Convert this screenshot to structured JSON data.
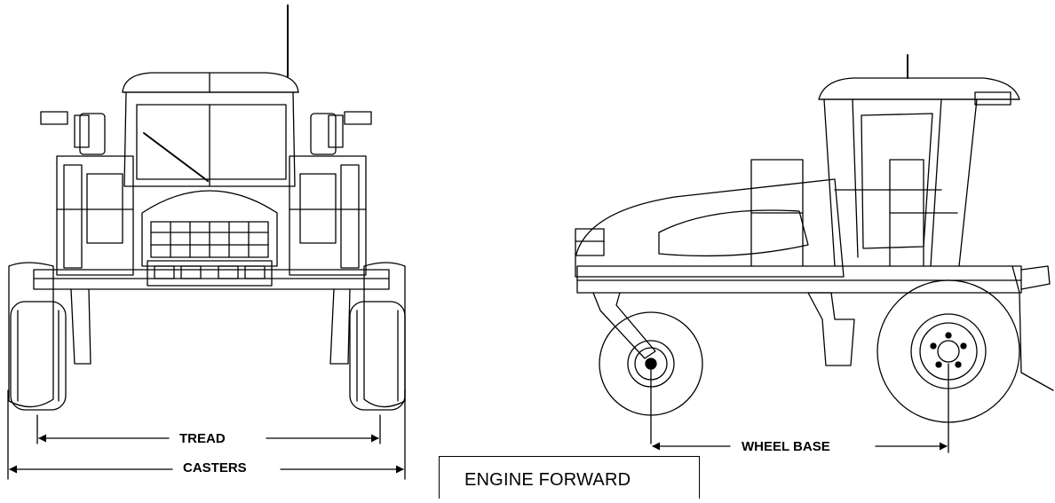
{
  "labels": {
    "tread": "TREAD",
    "casters": "CASTERS",
    "wheel_base": "WHEEL BASE",
    "engine_forward": "ENGINE FORWARD"
  },
  "views": {
    "front": "front-view",
    "side": "side-view"
  },
  "colors": {
    "line": "#000000",
    "background": "#ffffff"
  }
}
